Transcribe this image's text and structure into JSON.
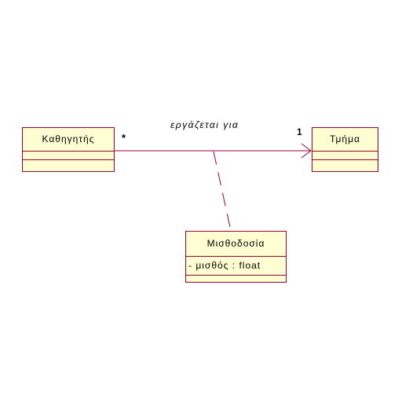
{
  "classes": {
    "kathigitis": {
      "name": "Καθηγητής"
    },
    "tmima": {
      "name": "Τμήμα"
    },
    "misthodosia": {
      "name": "Μισθοδοσία",
      "attributes": [
        "- μισθός : float"
      ]
    }
  },
  "association": {
    "name": "εργάζεται για",
    "source_multiplicity": "*",
    "target_multiplicity": "1"
  },
  "colors": {
    "line": "#990033",
    "class_fill": "#fffdd2"
  }
}
